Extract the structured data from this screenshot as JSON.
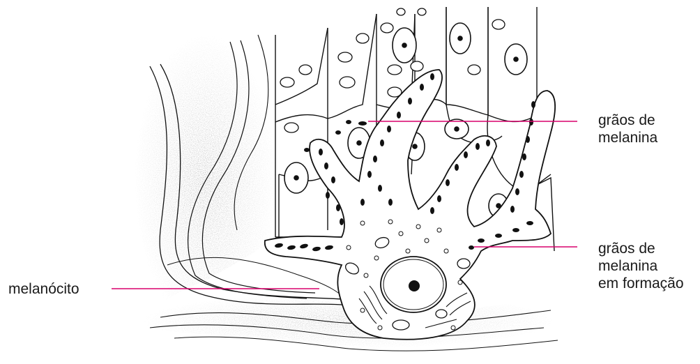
{
  "labels": {
    "melanin_grains": {
      "line1": "grãos de",
      "line2": "melanina"
    },
    "forming_grains": {
      "line1": "grãos de",
      "line2": "melanina",
      "line3": "em formação"
    },
    "melanocyte": {
      "text": "melanócito"
    }
  },
  "colors": {
    "leader_line": "#d9006c",
    "ink": "#111111",
    "stipple": "#2b2b2b",
    "background": "#ffffff"
  }
}
